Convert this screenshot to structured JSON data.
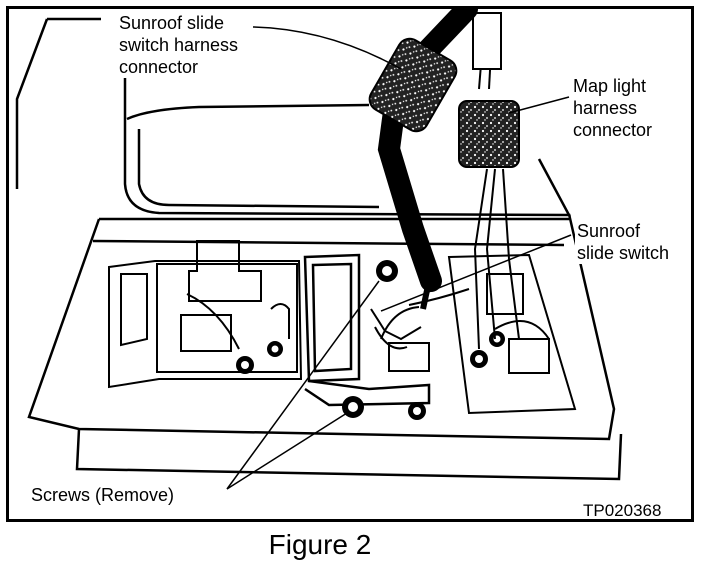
{
  "labels": {
    "sunroof_slide_switch_harness_connector": "Sunroof slide\nswitch harness\nconnector",
    "map_light_harness_connector": "Map light\nharness\nconnector",
    "sunroof_slide_switch": "Sunroof\nslide switch",
    "screws": "Screws (Remove)"
  },
  "figure_code": "TP020368",
  "caption": "Figure 2"
}
